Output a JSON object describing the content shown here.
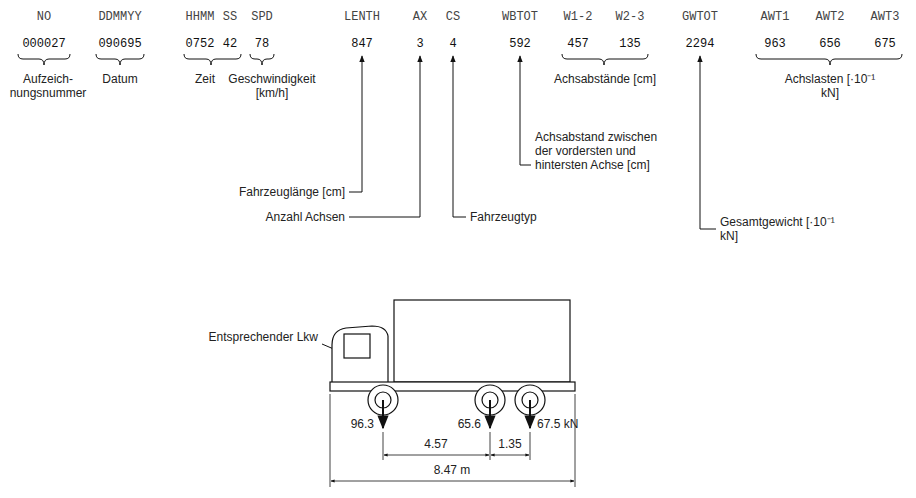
{
  "diagram": {
    "labels": [
      "NO",
      "DDMMYY",
      "HHMM",
      "SS",
      "SPD",
      "LENTH",
      "AX",
      "CS",
      "WBTOT",
      "W1-2",
      "W2-3",
      "GWTOT",
      "AWT1",
      "AWT2",
      "AWT3",
      "000027",
      "090695",
      "0752",
      "42",
      "78",
      "847",
      "3",
      "4",
      "592",
      "457",
      "135",
      "2294",
      "963",
      "656",
      "675",
      "Aufzeich- nungsnummer",
      "Datum",
      "Zeit",
      "Geschwindigkeit [km/h]",
      "Achsabstände [cm]",
      "Achslasten [·10⁻¹ kN]",
      "Achsabstand zwischen der vordersten und hintersten Achse [cm]",
      "Fahrzeuglänge [cm]",
      "Anzahl Achsen",
      "Fahrzeugtyp",
      "Gesamtgewicht [·10⁻¹ kN]",
      "Entsprechender Lkw",
      "96.3",
      "65.6",
      "67.5 kN",
      "4.57",
      "1.35",
      "8.47 m"
    ]
  }
}
